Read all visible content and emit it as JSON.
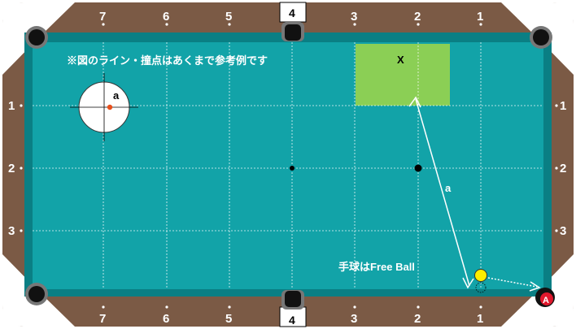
{
  "note": "※図のライン・撞点はあくまで参考例です",
  "top_rail_numbers": [
    "7",
    "6",
    "5",
    "4",
    "3",
    "2",
    "1"
  ],
  "bottom_rail_numbers": [
    "7",
    "6",
    "5",
    "4",
    "3",
    "2",
    "1"
  ],
  "left_rail_numbers": [
    "1",
    "2",
    "3"
  ],
  "right_rail_numbers": [
    "1",
    "2",
    "3"
  ],
  "target_zone_label": "X",
  "path_label": "a",
  "cue_spot_label": "a",
  "cue_ball_caption": "手球はFree Ball",
  "pocket_marker": "A",
  "colors": {
    "cloth": "#12a3a8",
    "rail_wood": "#7b5a45",
    "target_zone": "#8bcf55",
    "cue_ball": "#ffee00",
    "pocket_marker": "#e0182d"
  }
}
